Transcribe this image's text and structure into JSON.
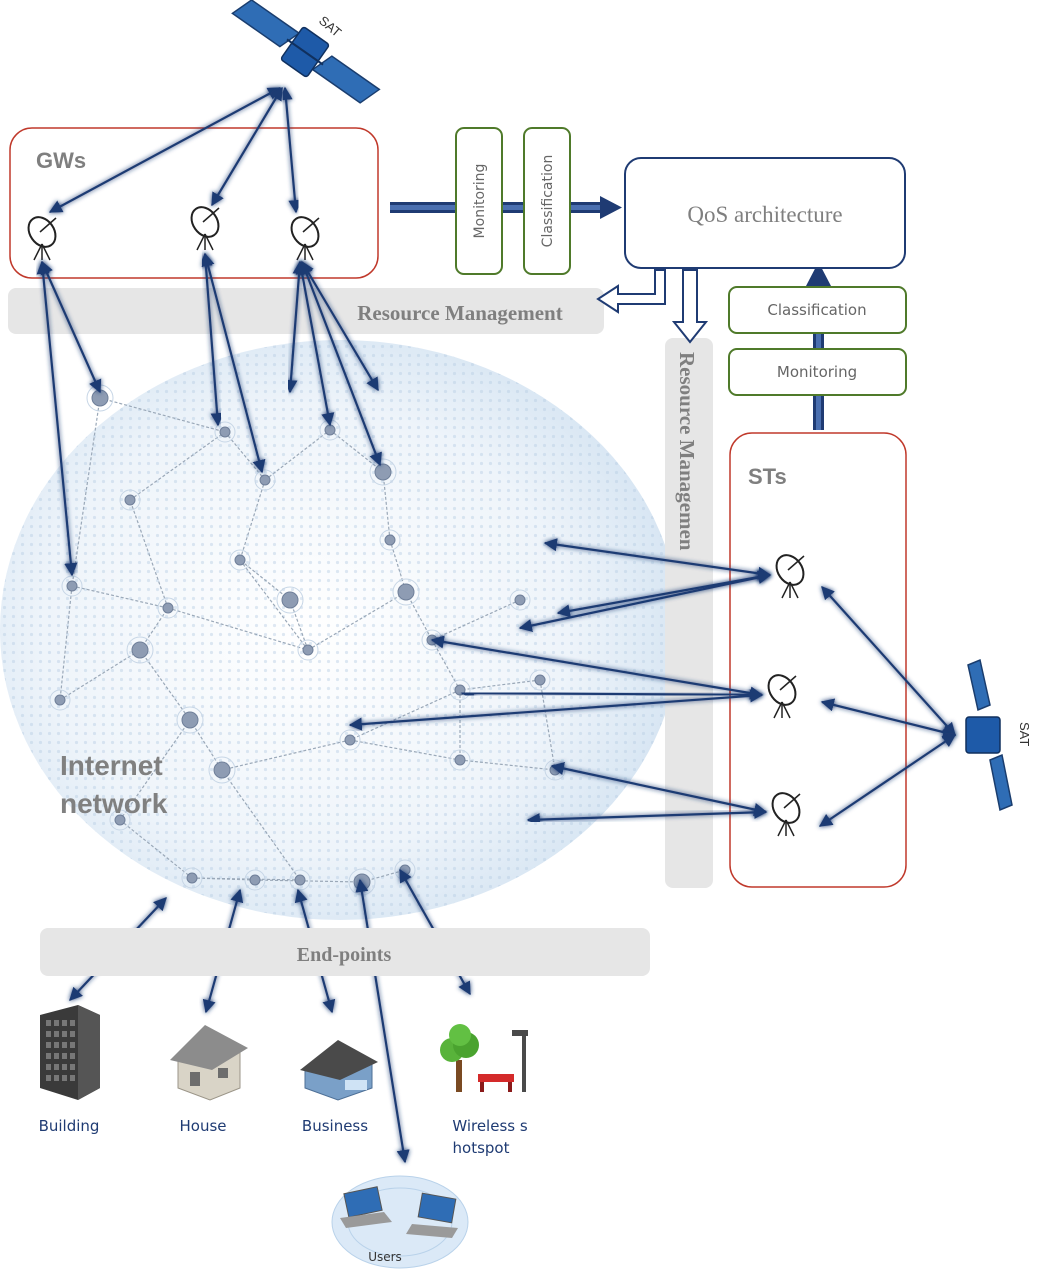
{
  "satellites": {
    "top_label": "SAT",
    "right_label": "SAT"
  },
  "gateways": {
    "title": "GWs"
  },
  "terminals": {
    "title": "STs"
  },
  "flow_top": {
    "monitoring": "Monitoring",
    "classification": "Classification"
  },
  "flow_right": {
    "classification": "Classification",
    "monitoring": "Monitoring"
  },
  "qos": {
    "title": "QoS architecture"
  },
  "resource": {
    "horizontal": "Resource Management",
    "vertical": "Resource Managemen"
  },
  "internet": {
    "line1": "Internet",
    "line2": "network"
  },
  "endpoints": {
    "bar_label": "End-points",
    "building": "Building",
    "house": "House",
    "business": "Business",
    "hotspot_line1": "Wireless s",
    "hotspot_line2": "hotspot",
    "users": "Users"
  },
  "colors": {
    "arrow": "#1f3b73",
    "red_box": "#c0392b",
    "green_box": "#4f7a2a",
    "qos_border": "#1f3b73",
    "text_grey": "#7f7f7f",
    "band": "#e6e6e6",
    "globe": "#a9c4de"
  }
}
